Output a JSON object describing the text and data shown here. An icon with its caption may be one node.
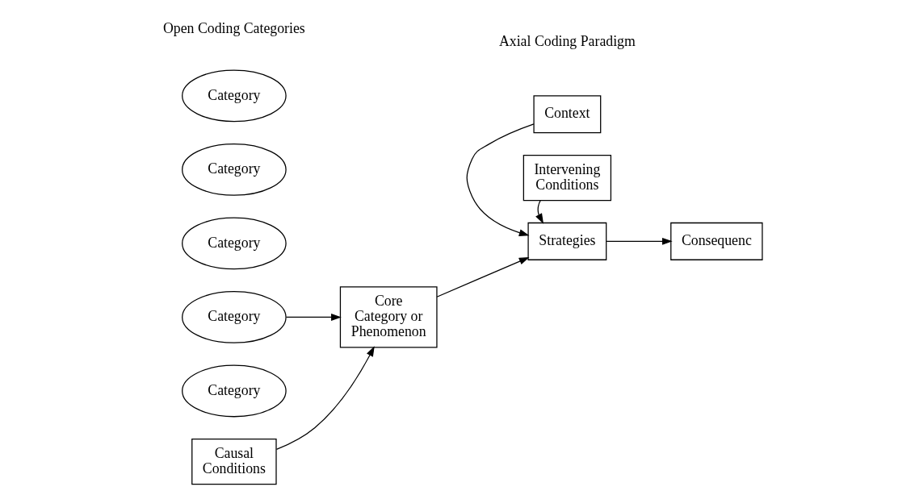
{
  "diagram": {
    "nodes": [
      {
        "text": [
          "Category"
        ]
      },
      {
        "text": [
          "Category"
        ]
      },
      {
        "text": [
          "Category"
        ]
      },
      {
        "text": [
          "Category"
        ]
      },
      {
        "text": [
          "Category"
        ]
      },
      {
        "text": [
          "Causal Conditions"
        ]
      },
      {
        "text": [
          "Core Category or Phenomenon"
        ]
      },
      {
        "text": [
          "Context"
        ]
      },
      {
        "text": [
          "Strategies"
        ]
      },
      {
        "text": [
          "Consequenc"
        ]
      },
      {
        "text": [
          "Intervening Conditions"
        ]
      }
    ],
    "edges": [
      {
        "from": 5,
        "to": 6,
        "arrow": "to"
      },
      {
        "from": 3,
        "to": 6,
        "arrow": "to"
      },
      {
        "from": 6,
        "to": 8,
        "arrow": "to"
      },
      {
        "from": 7,
        "to": 8,
        "arrow": "to"
      },
      {
        "from": 10,
        "to": 8,
        "arrow": "to"
      },
      {
        "from": 8,
        "to": 9,
        "arrow": "to"
      }
    ],
    "labels": [
      "Open Coding Categories",
      "Axial Coding Paradigm"
    ]
  }
}
